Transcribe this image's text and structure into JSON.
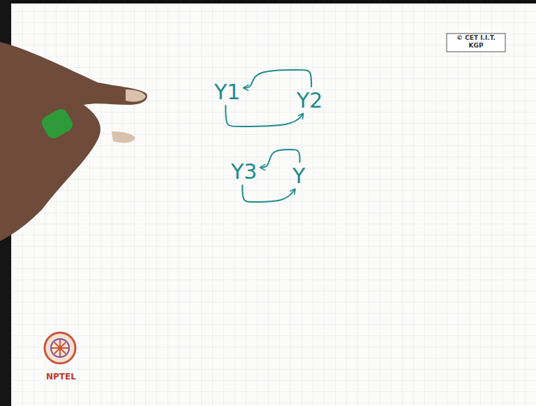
{
  "diagram": {
    "nodes": [
      {
        "text": [
          "Y1"
        ]
      },
      {
        "text": [
          "Y2"
        ]
      },
      {
        "text": [
          "Y3"
        ]
      },
      {
        "text": [
          "Y"
        ]
      }
    ],
    "edges": [
      {
        "from": 1,
        "to": 0,
        "arrow": "to"
      },
      {
        "from": 0,
        "to": 1,
        "arrow": "to"
      },
      {
        "from": 3,
        "to": 2,
        "arrow": "to"
      },
      {
        "from": 2,
        "to": 3,
        "arrow": "to"
      }
    ],
    "labels": [
      "© CET I.I.T. KGP",
      "NPTEL"
    ]
  }
}
